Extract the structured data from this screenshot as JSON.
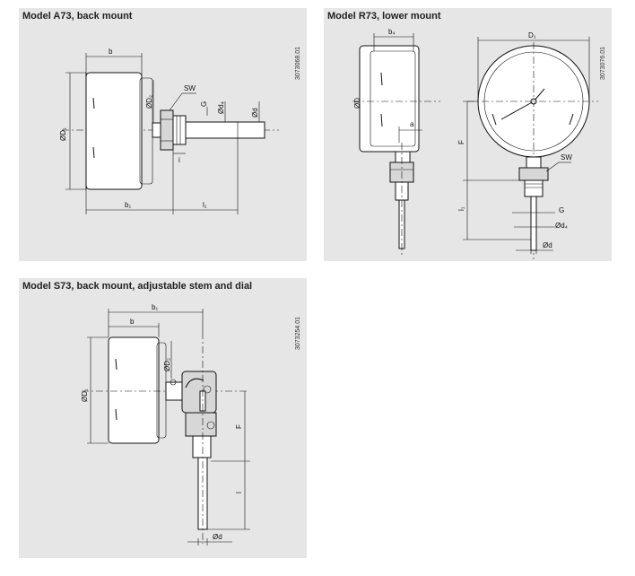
{
  "panels": {
    "a73": {
      "title": "Model A73, back mount",
      "code": "3073068.01",
      "labels": {
        "b": "b",
        "b1": "b₁",
        "l1": "l₁",
        "D1": "ØD₁",
        "D2": "ØD₂",
        "sw": "SW",
        "g": "G",
        "d4": "Ød₄",
        "d": "Ød",
        "i": "i"
      }
    },
    "r73": {
      "title": "Model R73, lower mount",
      "code": "3073076.01",
      "labels": {
        "b4": "b₄",
        "D": "ØD",
        "a": "a",
        "D1": "D₁",
        "f": "F",
        "sw": "SW",
        "l1": "l₁",
        "g": "G",
        "d4": "Ød₄",
        "d": "Ød"
      }
    },
    "s73": {
      "title": "Model S73, back mount, adjustable stem and dial",
      "code": "3073254.01",
      "labels": {
        "b1": "b₁",
        "b": "b",
        "D1": "ØD₁",
        "D2": "ØD₂",
        "f": "F",
        "l": "l",
        "d": "Ød"
      }
    }
  }
}
